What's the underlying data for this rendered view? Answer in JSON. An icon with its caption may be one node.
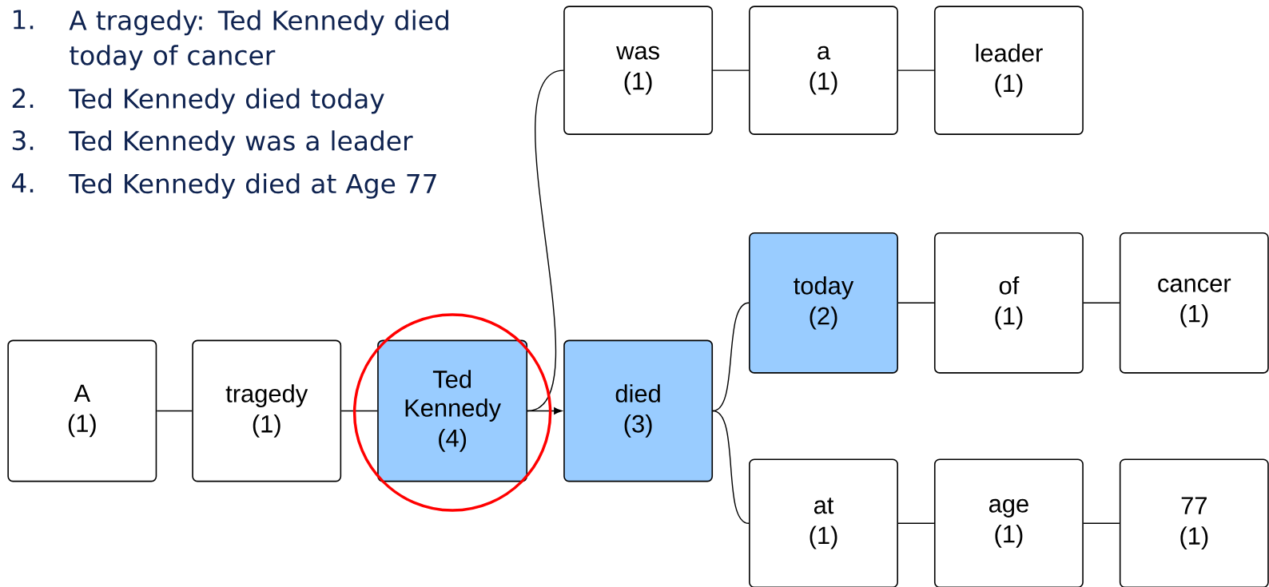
{
  "diagram": {
    "nodes": [
      {
        "text": [
          "A",
          "(1)"
        ]
      },
      {
        "text": [
          "tragedy",
          "(1)"
        ]
      },
      {
        "text": [
          "Ted Kennedy",
          "(4)"
        ]
      },
      {
        "text": [
          "died",
          "(3)"
        ]
      },
      {
        "text": [
          "was",
          "(1)"
        ]
      },
      {
        "text": [
          "a",
          "(1)"
        ]
      },
      {
        "text": [
          "leader",
          "(1)"
        ]
      },
      {
        "text": [
          "today",
          "(2)"
        ]
      },
      {
        "text": [
          "of",
          "(1)"
        ]
      },
      {
        "text": [
          "cancer",
          "(1)"
        ]
      },
      {
        "text": [
          "at",
          "(1)"
        ]
      },
      {
        "text": [
          "age",
          "(1)"
        ]
      },
      {
        "text": [
          "77",
          "(1)"
        ]
      }
    ],
    "edges": [
      {
        "from": 0,
        "to": 1,
        "arrow": "none"
      },
      {
        "from": 1,
        "to": 2,
        "arrow": "none"
      },
      {
        "from": 2,
        "to": 4,
        "arrow": "none"
      },
      {
        "from": 2,
        "to": 3,
        "arrow": "to"
      },
      {
        "from": 4,
        "to": 5,
        "arrow": "none"
      },
      {
        "from": 5,
        "to": 6,
        "arrow": "none"
      },
      {
        "from": 3,
        "to": 7,
        "arrow": "none"
      },
      {
        "from": 7,
        "to": 8,
        "arrow": "none"
      },
      {
        "from": 8,
        "to": 9,
        "arrow": "none"
      },
      {
        "from": 3,
        "to": 10,
        "arrow": "none"
      },
      {
        "from": 10,
        "to": 11,
        "arrow": "none"
      },
      {
        "from": 11,
        "to": 12,
        "arrow": "none"
      }
    ],
    "labels": [
      "1.",
      "A tragedy: Ted Kennedy died today of cancer",
      "2.",
      "Ted Kennedy died today",
      "3.",
      "Ted Kennedy was a leader",
      "4.",
      "Ted Kennedy died at Age 77"
    ]
  }
}
